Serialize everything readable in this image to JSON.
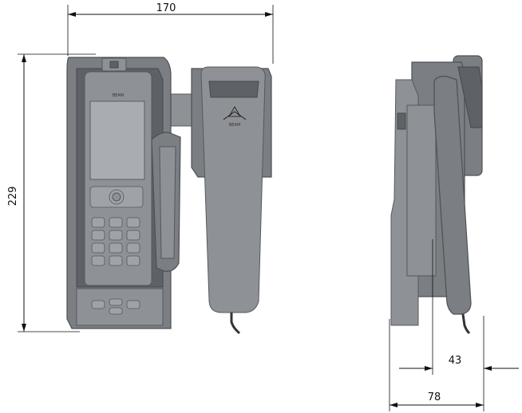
{
  "dimensions": {
    "width_total": "170",
    "height_total": "229",
    "depth_handset": "43",
    "depth_total": "78"
  },
  "labels": {
    "phone_brand": "BEAM",
    "handset_brand": "BEAM"
  }
}
